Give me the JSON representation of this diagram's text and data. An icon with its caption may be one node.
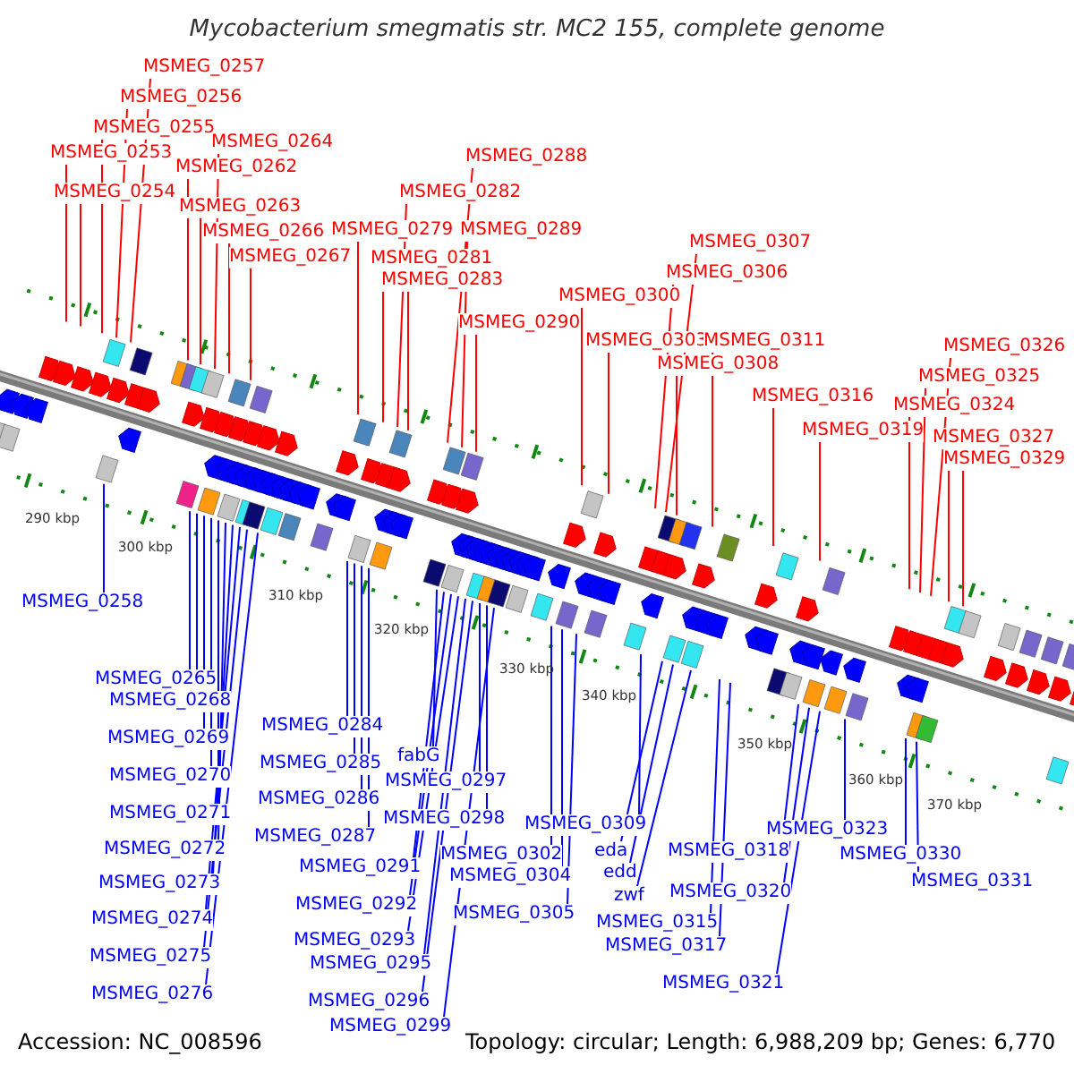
{
  "diagram": {
    "title": "Mycobacterium smegmatis str. MC2 155, complete genome",
    "nodes": [
      {
        "text": [
          "MSMEG_0253"
        ]
      },
      {
        "text": [
          "MSMEG_0254"
        ]
      },
      {
        "text": [
          "MSMEG_0255"
        ]
      },
      {
        "text": [
          "MSMEG_0256"
        ]
      },
      {
        "text": [
          "MSMEG_0257"
        ]
      },
      {
        "text": [
          "MSMEG_0262"
        ]
      },
      {
        "text": [
          "MSMEG_0263"
        ]
      },
      {
        "text": [
          "MSMEG_0264"
        ]
      },
      {
        "text": [
          "MSMEG_0266"
        ]
      },
      {
        "text": [
          "MSMEG_0267"
        ]
      },
      {
        "text": [
          "MSMEG_0279"
        ]
      },
      {
        "text": [
          "MSMEG_0281"
        ]
      },
      {
        "text": [
          "MSMEG_0282"
        ]
      },
      {
        "text": [
          "MSMEG_0283"
        ]
      },
      {
        "text": [
          "MSMEG_0288"
        ]
      },
      {
        "text": [
          "MSMEG_0289"
        ]
      },
      {
        "text": [
          "MSMEG_0290"
        ]
      },
      {
        "text": [
          "MSMEG_0300"
        ]
      },
      {
        "text": [
          "MSMEG_0303"
        ]
      },
      {
        "text": [
          "MSMEG_0306"
        ]
      },
      {
        "text": [
          "MSMEG_0307"
        ]
      },
      {
        "text": [
          "MSMEG_0308"
        ]
      },
      {
        "text": [
          "MSMEG_0311"
        ]
      },
      {
        "text": [
          "MSMEG_0316"
        ]
      },
      {
        "text": [
          "MSMEG_0319"
        ]
      },
      {
        "text": [
          "MSMEG_0324"
        ]
      },
      {
        "text": [
          "MSMEG_0325"
        ]
      },
      {
        "text": [
          "MSMEG_0326"
        ]
      },
      {
        "text": [
          "MSMEG_0327"
        ]
      },
      {
        "text": [
          "MSMEG_0329"
        ]
      },
      {
        "text": [
          "MSMEG_0258"
        ]
      },
      {
        "text": [
          "MSMEG_0265"
        ]
      },
      {
        "text": [
          "MSMEG_0268"
        ]
      },
      {
        "text": [
          "MSMEG_0269"
        ]
      },
      {
        "text": [
          "MSMEG_0270"
        ]
      },
      {
        "text": [
          "MSMEG_0271"
        ]
      },
      {
        "text": [
          "MSMEG_0272"
        ]
      },
      {
        "text": [
          "MSMEG_0273"
        ]
      },
      {
        "text": [
          "MSMEG_0274"
        ]
      },
      {
        "text": [
          "MSMEG_0275"
        ]
      },
      {
        "text": [
          "MSMEG_0276"
        ]
      },
      {
        "text": [
          "MSMEG_0284"
        ]
      },
      {
        "text": [
          "MSMEG_0285"
        ]
      },
      {
        "text": [
          "MSMEG_0286"
        ]
      },
      {
        "text": [
          "MSMEG_0287"
        ]
      },
      {
        "text": [
          "fabG"
        ]
      },
      {
        "text": [
          "MSMEG_0291"
        ]
      },
      {
        "text": [
          "MSMEG_0292"
        ]
      },
      {
        "text": [
          "MSMEG_0293"
        ]
      },
      {
        "text": [
          "MSMEG_0295"
        ]
      },
      {
        "text": [
          "MSMEG_0296"
        ]
      },
      {
        "text": [
          "MSMEG_0297"
        ]
      },
      {
        "text": [
          "MSMEG_0298"
        ]
      },
      {
        "text": [
          "MSMEG_0299"
        ]
      },
      {
        "text": [
          "MSMEG_0302"
        ]
      },
      {
        "text": [
          "MSMEG_0304"
        ]
      },
      {
        "text": [
          "MSMEG_0305"
        ]
      },
      {
        "text": [
          "MSMEG_0309"
        ]
      },
      {
        "text": [
          "eda"
        ]
      },
      {
        "text": [
          "edd"
        ]
      },
      {
        "text": [
          "zwf"
        ]
      },
      {
        "text": [
          "MSMEG_0315"
        ]
      },
      {
        "text": [
          "MSMEG_0317"
        ]
      },
      {
        "text": [
          "MSMEG_0318"
        ]
      },
      {
        "text": [
          "MSMEG_0320"
        ]
      },
      {
        "text": [
          "MSMEG_0321"
        ]
      },
      {
        "text": [
          "MSMEG_0323"
        ]
      },
      {
        "text": [
          "MSMEG_0330"
        ]
      },
      {
        "text": [
          "MSMEG_0331"
        ]
      }
    ],
    "edges": [
      {
        "from": 0,
        "to": null,
        "arrow": "none",
        "color": "#ff0000"
      },
      {
        "from": 1,
        "to": null,
        "arrow": "none",
        "color": "#ff0000"
      },
      {
        "from": 2,
        "to": null,
        "arrow": "none",
        "color": "#ff0000"
      },
      {
        "from": 3,
        "to": null,
        "arrow": "none",
        "color": "#ff0000"
      },
      {
        "from": 4,
        "to": null,
        "arrow": "none",
        "color": "#ff0000"
      },
      {
        "from": 5,
        "to": null,
        "arrow": "none",
        "color": "#ff0000"
      },
      {
        "from": 6,
        "to": null,
        "arrow": "none",
        "color": "#ff0000"
      },
      {
        "from": 7,
        "to": null,
        "arrow": "none",
        "color": "#ff0000"
      },
      {
        "from": 8,
        "to": null,
        "arrow": "none",
        "color": "#ff0000"
      },
      {
        "from": 9,
        "to": null,
        "arrow": "none",
        "color": "#ff0000"
      },
      {
        "from": 10,
        "to": null,
        "arrow": "none",
        "color": "#ff0000"
      },
      {
        "from": 11,
        "to": null,
        "arrow": "none",
        "color": "#ff0000"
      },
      {
        "from": 12,
        "to": null,
        "arrow": "none",
        "color": "#ff0000"
      },
      {
        "from": 13,
        "to": null,
        "arrow": "none",
        "color": "#ff0000"
      },
      {
        "from": 14,
        "to": null,
        "arrow": "none",
        "color": "#ff0000"
      },
      {
        "from": 15,
        "to": null,
        "arrow": "none",
        "color": "#ff0000"
      },
      {
        "from": 16,
        "to": null,
        "arrow": "none",
        "color": "#ff0000"
      },
      {
        "from": 17,
        "to": null,
        "arrow": "none",
        "color": "#ff0000"
      },
      {
        "from": 18,
        "to": null,
        "arrow": "none",
        "color": "#ff0000"
      },
      {
        "from": 19,
        "to": null,
        "arrow": "none",
        "color": "#ff0000"
      },
      {
        "from": 20,
        "to": null,
        "arrow": "none",
        "color": "#ff0000"
      },
      {
        "from": 21,
        "to": null,
        "arrow": "none",
        "color": "#ff0000"
      },
      {
        "from": 22,
        "to": null,
        "arrow": "none",
        "color": "#ff0000"
      },
      {
        "from": 23,
        "to": null,
        "arrow": "none",
        "color": "#ff0000"
      },
      {
        "from": 24,
        "to": null,
        "arrow": "none",
        "color": "#ff0000"
      },
      {
        "from": 25,
        "to": null,
        "arrow": "none",
        "color": "#ff0000"
      },
      {
        "from": 26,
        "to": null,
        "arrow": "none",
        "color": "#ff0000"
      },
      {
        "from": 27,
        "to": null,
        "arrow": "none",
        "color": "#ff0000"
      },
      {
        "from": 28,
        "to": null,
        "arrow": "none",
        "color": "#ff0000"
      },
      {
        "from": 29,
        "to": null,
        "arrow": "none",
        "color": "#ff0000"
      },
      {
        "from": 30,
        "to": null,
        "arrow": "none"
      },
      {
        "from": 31,
        "to": null,
        "arrow": "none"
      },
      {
        "from": 32,
        "to": null,
        "arrow": "none"
      },
      {
        "from": 33,
        "to": null,
        "arrow": "none"
      },
      {
        "from": 34,
        "to": null,
        "arrow": "none"
      },
      {
        "from": 35,
        "to": null,
        "arrow": "none"
      },
      {
        "from": 36,
        "to": null,
        "arrow": "none"
      },
      {
        "from": 37,
        "to": null,
        "arrow": "none"
      },
      {
        "from": 38,
        "to": null,
        "arrow": "none"
      },
      {
        "from": 39,
        "to": null,
        "arrow": "none"
      },
      {
        "from": 40,
        "to": null,
        "arrow": "none"
      },
      {
        "from": 41,
        "to": null,
        "arrow": "none"
      },
      {
        "from": 42,
        "to": null,
        "arrow": "none"
      },
      {
        "from": 43,
        "to": null,
        "arrow": "none"
      },
      {
        "from": 44,
        "to": null,
        "arrow": "none"
      },
      {
        "from": 45,
        "to": null,
        "arrow": "none"
      },
      {
        "from": 46,
        "to": null,
        "arrow": "none"
      },
      {
        "from": 47,
        "to": null,
        "arrow": "none"
      },
      {
        "from": 48,
        "to": null,
        "arrow": "none"
      },
      {
        "from": 49,
        "to": null,
        "arrow": "none"
      },
      {
        "from": 50,
        "to": null,
        "arrow": "none"
      },
      {
        "from": 51,
        "to": null,
        "arrow": "none"
      },
      {
        "from": 52,
        "to": null,
        "arrow": "none"
      },
      {
        "from": 53,
        "to": null,
        "arrow": "none"
      },
      {
        "from": 54,
        "to": null,
        "arrow": "none"
      },
      {
        "from": 55,
        "to": null,
        "arrow": "none"
      },
      {
        "from": 56,
        "to": null,
        "arrow": "none"
      },
      {
        "from": 57,
        "to": null,
        "arrow": "none"
      },
      {
        "from": 58,
        "to": null,
        "arrow": "none"
      },
      {
        "from": 59,
        "to": null,
        "arrow": "none"
      },
      {
        "from": 60,
        "to": null,
        "arrow": "none"
      },
      {
        "from": 61,
        "to": null,
        "arrow": "none"
      },
      {
        "from": 62,
        "to": null,
        "arrow": "none"
      },
      {
        "from": 63,
        "to": null,
        "arrow": "none"
      },
      {
        "from": 64,
        "to": null,
        "arrow": "none"
      },
      {
        "from": 65,
        "to": null,
        "arrow": "none"
      },
      {
        "from": 66,
        "to": null,
        "arrow": "none"
      },
      {
        "from": 67,
        "to": null,
        "arrow": "none"
      },
      {
        "from": 68,
        "to": null,
        "arrow": "none"
      }
    ],
    "labels": [
      "290 kbp",
      "300 kbp",
      "310 kbp",
      "320 kbp",
      "330 kbp",
      "340 kbp",
      "350 kbp",
      "360 kbp",
      "370 kbp",
      "Accession: NC_008596",
      "Topology: circular; Length: 6,988,209 bp; Genes: 6,770"
    ]
  }
}
